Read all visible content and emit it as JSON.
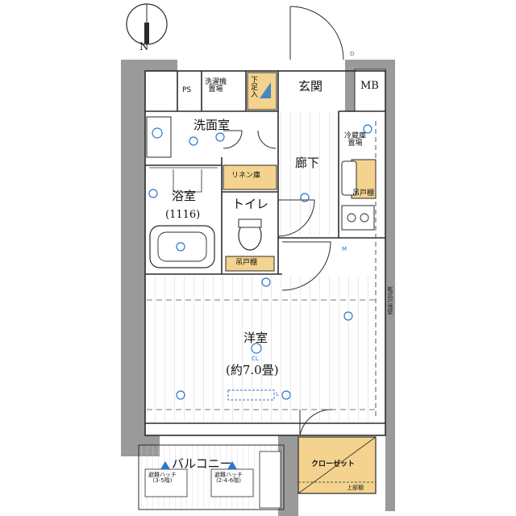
{
  "compass": {
    "north_label": "N"
  },
  "rooms": {
    "ps": "PS",
    "mb": "MB",
    "washer_line1": "洗濯機",
    "washer_line2": "置場",
    "shoe_line1": "下",
    "shoe_line2": "足",
    "shoe_line3": "入",
    "entrance": "玄関",
    "washroom": "洗面室",
    "fridge_line1": "冷蔵庫",
    "fridge_line2": "置場",
    "linen": "リネン庫",
    "hallway": "廊下",
    "hanging_cabinet": "吊戸棚",
    "bath": "浴室",
    "bath_size": "(1116)",
    "toilet": "トイレ",
    "toilet_cabinet": "吊戸棚",
    "dryer_space": "乾式戸境壁",
    "western_room": "洋室",
    "western_size": "(約7.0畳)",
    "balcony": "バルコニー",
    "hatch1_line1": "避難ハッチ",
    "hatch1_line2": "(3-5階)",
    "hatch2_line1": "避難ハッチ",
    "hatch2_line2": "(2-4-6階)",
    "closet": "クローゼット",
    "upper_shelf": "上部棚"
  },
  "fixtures": {
    "ceiling_light": "CL",
    "door_marker": "D",
    "m_marker": "M",
    "l_marker": "L"
  },
  "colors": {
    "wall": "#9a9a9a",
    "cabinet": "#f3d38e",
    "symbol_blue": "#2a78c9",
    "line": "#2b2b2b"
  }
}
